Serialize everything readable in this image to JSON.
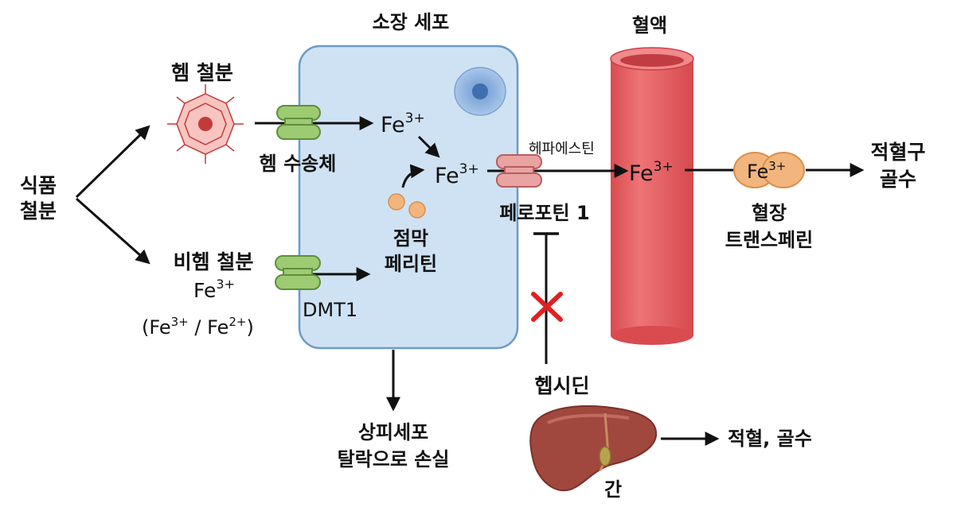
{
  "labels": {
    "dietary_iron_1": "식품",
    "dietary_iron_2": "철분",
    "heme_iron": "헴 철분",
    "heme_transporter": "헴 수송체",
    "nonheme_iron": "비헴 철분",
    "nonheme_fe": "Fe",
    "nonheme_fe_sup": "3+",
    "nonheme_forms_open": "(Fe",
    "nonheme_forms_sup1": "3+",
    "nonheme_forms_mid": " / Fe",
    "nonheme_forms_sup2": "2+",
    "nonheme_forms_close": ")",
    "dmt1": "DMT1",
    "enterocyte": "소장 세포",
    "fe": "Fe",
    "fe_sup": "3+",
    "mucosal_ferritin_1": "점막",
    "mucosal_ferritin_2": "페리틴",
    "hephaestin": "헤파에스틴",
    "ferroportin": "페로포틴 1",
    "blood": "혈액",
    "transferrin_1": "혈장",
    "transferrin_2": "트랜스페린",
    "erythroid_1": "적혈구",
    "erythroid_2": "골수",
    "shedding_1": "상피세포",
    "shedding_2": "탈락으로 손실",
    "hepcidin": "헵시딘",
    "liver": "간",
    "liver_output": "적혈, 골수"
  },
  "colors": {
    "cell_fill": "#cfe2f3",
    "cell_border": "#6c9ac8",
    "transporter": "#9ccb72",
    "ferroportin": "#e9a3a3",
    "blood_vessel": "#e8686a",
    "ferritin": "#f2b57d",
    "transferrin": "#f2b57d",
    "inhibit_cross": "#e02020",
    "liver": "#a0483e"
  }
}
